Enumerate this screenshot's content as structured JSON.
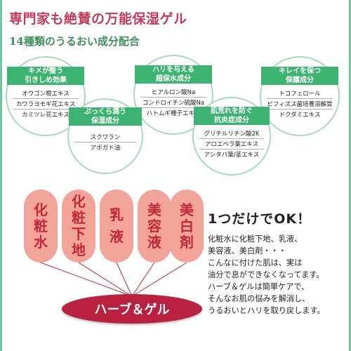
{
  "headline": "専門家も絶賛の万能保湿ゲル",
  "subhead": "14種類のうるおい成分配合",
  "groups": [
    {
      "title": [
        "キメが整う",
        "引きしめ効果"
      ],
      "items": [
        "オウゴン根エキス",
        "カワラヨモギ花エキス",
        "カミツレ花エキス"
      ]
    },
    {
      "title": [
        "ハリを与える",
        "超保水成分"
      ],
      "items": [
        "ヒアルロン酸Na",
        "コンドロイチン硫酸Na",
        "ハトムギ種子エキス"
      ]
    },
    {
      "title": [
        "キレイを保つ",
        "保護成分"
      ],
      "items": [
        "トコフェロール",
        "ビフィズス菌培養溶解質",
        "ドクダミエキス"
      ]
    },
    {
      "title": [
        "ぷっくら潤う",
        "保湿成分"
      ],
      "items": [
        "スクワラン",
        "アボガド油"
      ]
    },
    {
      "title": [
        "肌荒れを防ぐ",
        "抗炎症成分"
      ],
      "items": [
        "グリチルリチン酸2K",
        "アロエベラ葉エキス",
        "アシタバ葉/茎エキス"
      ]
    }
  ],
  "products": [
    {
      "chars": [
        "化",
        "粧",
        "水"
      ]
    },
    {
      "chars": [
        "化",
        "粧",
        "下",
        "地"
      ]
    },
    {
      "chars": [
        "乳",
        "液"
      ]
    },
    {
      "chars": [
        "美",
        "容",
        "液"
      ]
    },
    {
      "chars": [
        "美",
        "白",
        "剤"
      ]
    }
  ],
  "cta": "ハーブ＆ゲル",
  "message": {
    "title": "1つだけでOK！",
    "lines": [
      "化粧水に化粧下地、乳液、",
      "美容液、美白剤・・・",
      "こんなに付けた肌は、実は",
      "油分で息ができなくなってます。",
      "ハーブ＆ゲルは簡単ケアで、",
      "そんなお肌の悩みを解消し、",
      "うるおいとハリを取り戻します。"
    ]
  },
  "colors": {
    "accent_red": "#c23a5a",
    "green_band": "#3cb371",
    "circle_border": "#a9d9bc",
    "oval_fill": "#f2a49a",
    "cta_fill": "#b8213f"
  }
}
